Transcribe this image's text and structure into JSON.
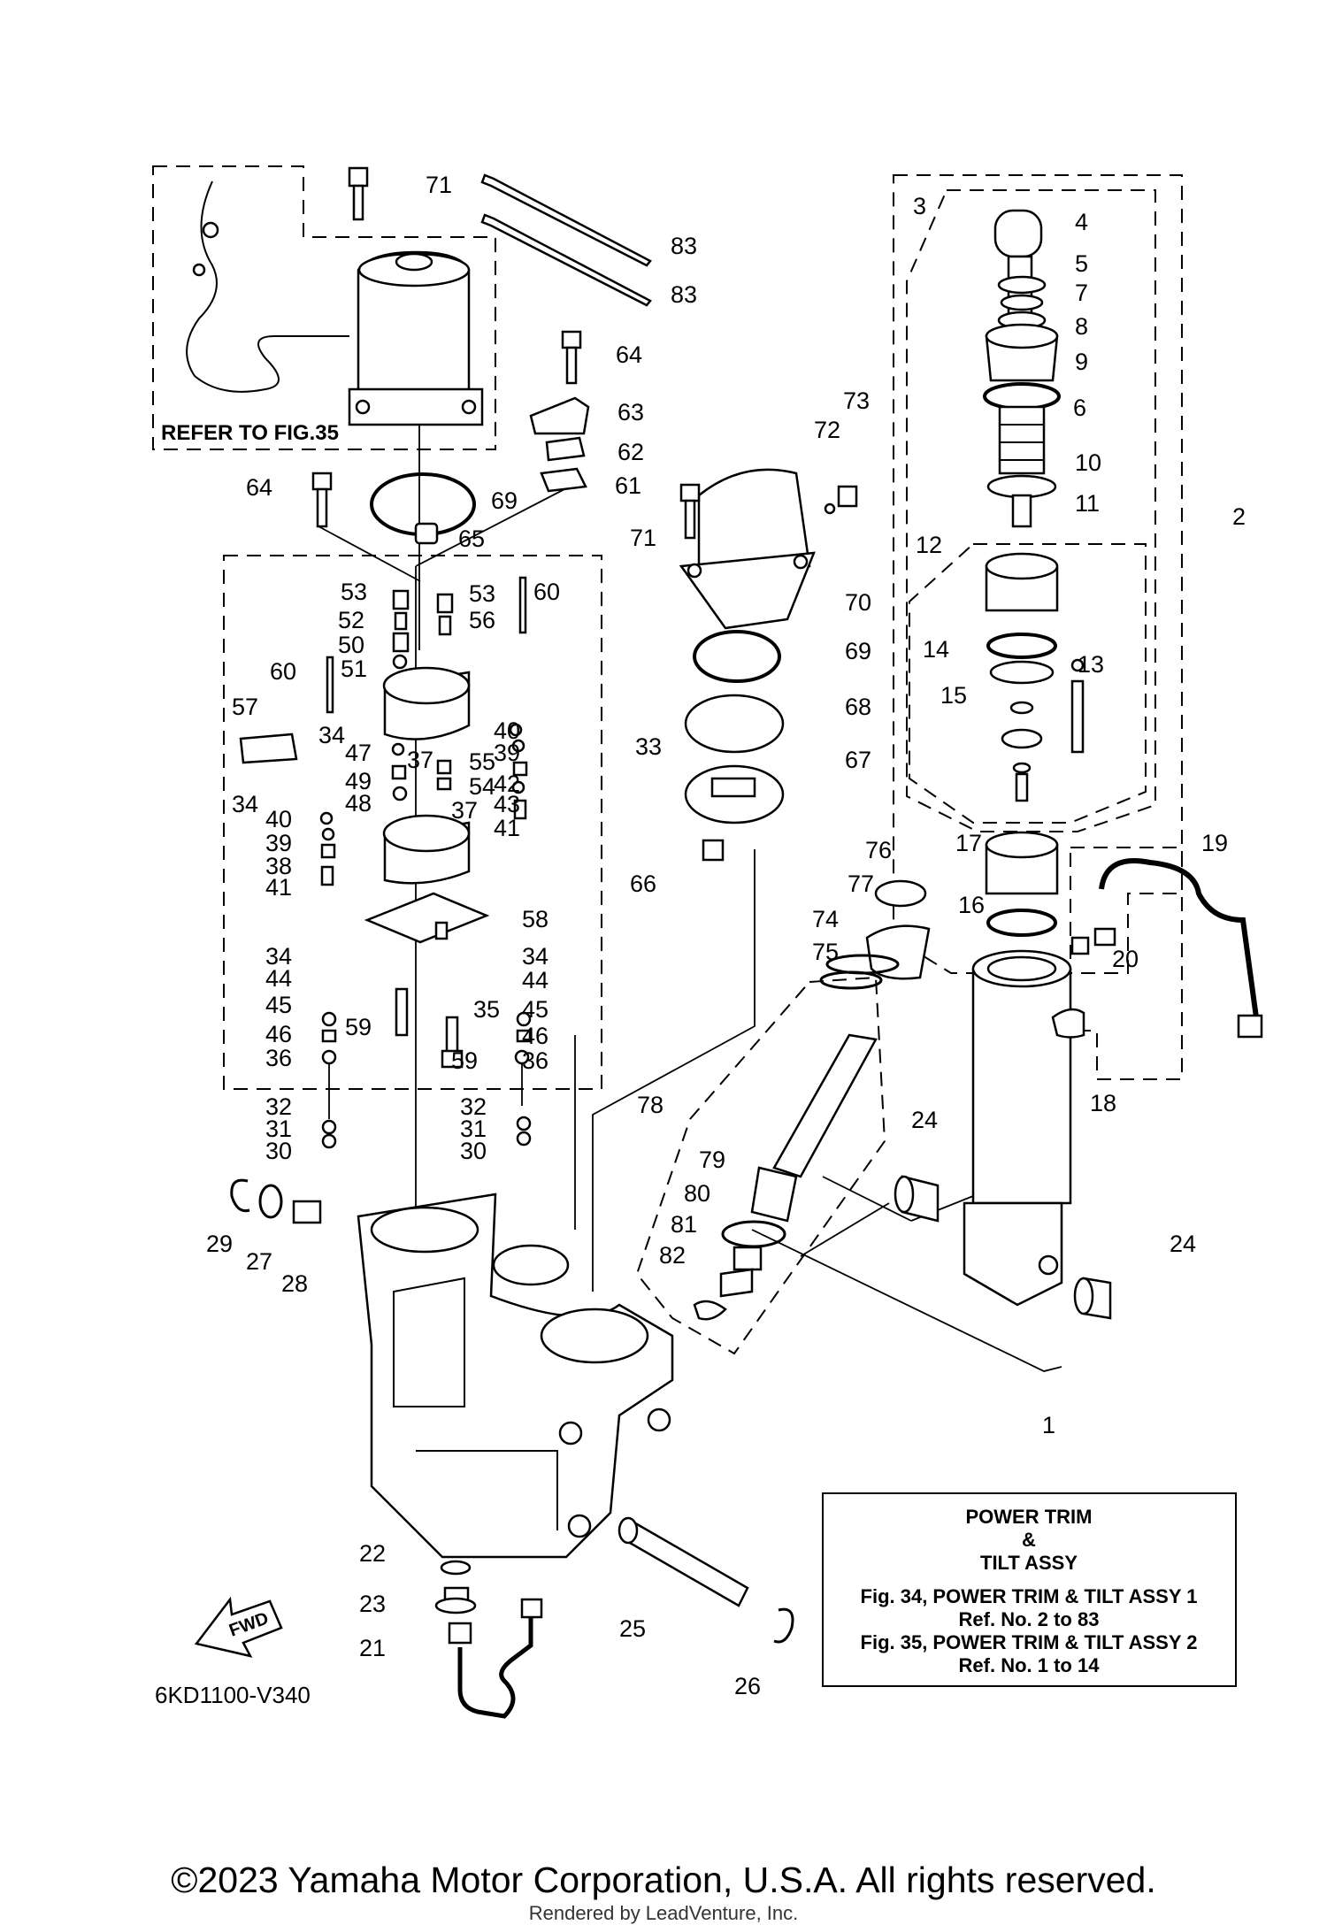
{
  "diagram_code": "6KD1100-V340",
  "refer_note": "REFER TO FIG.35",
  "fwd_label": "FWD",
  "info_box": {
    "lines": [
      "POWER TRIM",
      "&",
      "TILT ASSY",
      "Fig. 34, POWER TRIM & TILT ASSY 1",
      "Ref. No. 2 to 83",
      "Fig. 35, POWER TRIM & TILT ASSY 2",
      "Ref. No. 1 to 14"
    ]
  },
  "callouts": [
    {
      "label": "71"
    },
    {
      "label": "83"
    },
    {
      "label": "83"
    },
    {
      "label": "64"
    },
    {
      "label": "63"
    },
    {
      "label": "62"
    },
    {
      "label": "61"
    },
    {
      "label": "64"
    },
    {
      "label": "69"
    },
    {
      "label": "65"
    },
    {
      "label": "53"
    },
    {
      "label": "53"
    },
    {
      "label": "60"
    },
    {
      "label": "52"
    },
    {
      "label": "56"
    },
    {
      "label": "50"
    },
    {
      "label": "51"
    },
    {
      "label": "60"
    },
    {
      "label": "57"
    },
    {
      "label": "34"
    },
    {
      "label": "40"
    },
    {
      "label": "39"
    },
    {
      "label": "33"
    },
    {
      "label": "47"
    },
    {
      "label": "37"
    },
    {
      "label": "55"
    },
    {
      "label": "42"
    },
    {
      "label": "49"
    },
    {
      "label": "54"
    },
    {
      "label": "43"
    },
    {
      "label": "48"
    },
    {
      "label": "37"
    },
    {
      "label": "41"
    },
    {
      "label": "34"
    },
    {
      "label": "40"
    },
    {
      "label": "39"
    },
    {
      "label": "38"
    },
    {
      "label": "41"
    },
    {
      "label": "58"
    },
    {
      "label": "34"
    },
    {
      "label": "34"
    },
    {
      "label": "44"
    },
    {
      "label": "44"
    },
    {
      "label": "45"
    },
    {
      "label": "35"
    },
    {
      "label": "45"
    },
    {
      "label": "59"
    },
    {
      "label": "46"
    },
    {
      "label": "46"
    },
    {
      "label": "36"
    },
    {
      "label": "59"
    },
    {
      "label": "36"
    },
    {
      "label": "32"
    },
    {
      "label": "32"
    },
    {
      "label": "31"
    },
    {
      "label": "31"
    },
    {
      "label": "30"
    },
    {
      "label": "30"
    },
    {
      "label": "29"
    },
    {
      "label": "27"
    },
    {
      "label": "28"
    },
    {
      "label": "72"
    },
    {
      "label": "73"
    },
    {
      "label": "71"
    },
    {
      "label": "70"
    },
    {
      "label": "69"
    },
    {
      "label": "68"
    },
    {
      "label": "67"
    },
    {
      "label": "66"
    },
    {
      "label": "76"
    },
    {
      "label": "77"
    },
    {
      "label": "74"
    },
    {
      "label": "75"
    },
    {
      "label": "78"
    },
    {
      "label": "79"
    },
    {
      "label": "80"
    },
    {
      "label": "81"
    },
    {
      "label": "82"
    },
    {
      "label": "3"
    },
    {
      "label": "4"
    },
    {
      "label": "5"
    },
    {
      "label": "7"
    },
    {
      "label": "8"
    },
    {
      "label": "9"
    },
    {
      "label": "6"
    },
    {
      "label": "10"
    },
    {
      "label": "11"
    },
    {
      "label": "2"
    },
    {
      "label": "12"
    },
    {
      "label": "14"
    },
    {
      "label": "13"
    },
    {
      "label": "15"
    },
    {
      "label": "17"
    },
    {
      "label": "16"
    },
    {
      "label": "19"
    },
    {
      "label": "20"
    },
    {
      "label": "18"
    },
    {
      "label": "24"
    },
    {
      "label": "24"
    },
    {
      "label": "1"
    },
    {
      "label": "22"
    },
    {
      "label": "23"
    },
    {
      "label": "21"
    },
    {
      "label": "25"
    },
    {
      "label": "26"
    }
  ],
  "copyright": "©2023 Yamaha Motor Corporation, U.S.A. All rights reserved.",
  "rendered_by": "Rendered by LeadVenture, Inc."
}
